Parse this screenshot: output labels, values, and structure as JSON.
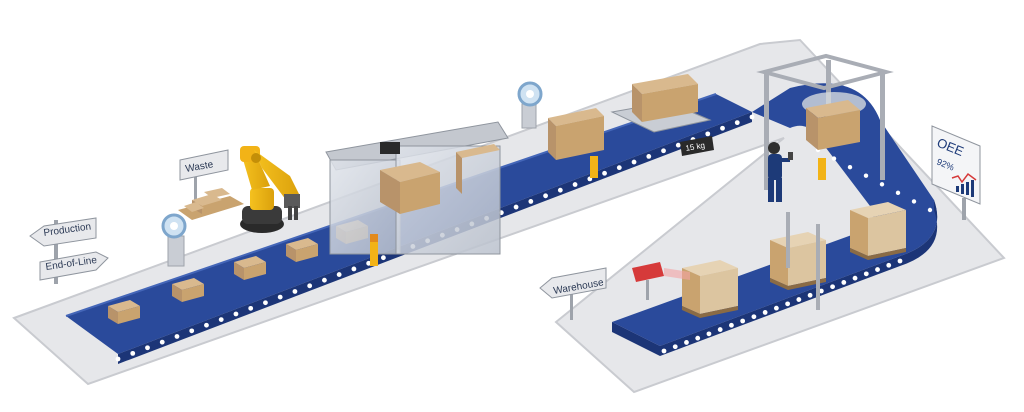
{
  "signs": {
    "production": "Production",
    "end_of_line": "End-of-Line",
    "waste": "Waste",
    "warehouse": "Warehouse"
  },
  "scale_display": "15 kg",
  "oee": {
    "title": "OEE",
    "value": "92%"
  },
  "colors": {
    "belt": "#2a4a9b",
    "belt_dark": "#1c3577",
    "floor": "#e6e7ea",
    "floor_edge": "#c9cbd0",
    "robot": "#f2b317",
    "box": "#d9b98e",
    "box_dark": "#b8936a",
    "frame": "#a9adb5",
    "sign": "#e8e9ec",
    "scanner": "#d63a3a",
    "worker": "#1d3a78"
  }
}
